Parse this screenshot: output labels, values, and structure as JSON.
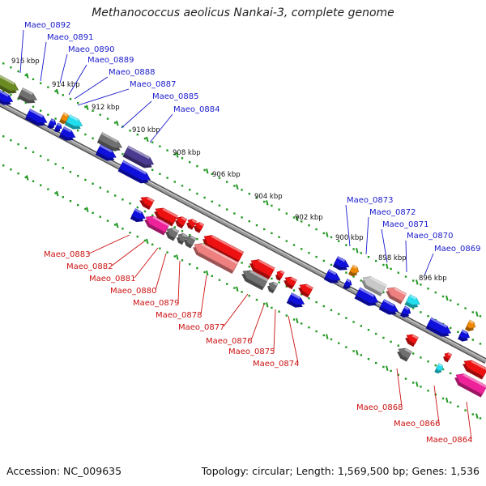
{
  "title": "Methanococcus aeolicus Nankai-3, complete genome",
  "accession": "Accession: NC_009635",
  "summary": "Topology: circular; Length: 1,569,500 bp; Genes: 1,536",
  "colors": {
    "plus_label": "#1a1acc",
    "minus_label": "#cc1111",
    "backbone": "#888888",
    "tick_dots": "#229922",
    "blue": "#1010dd",
    "red": "#ee1111",
    "grey": "#707070",
    "pink": "#ee2299",
    "salmon": "#ee8080",
    "olive": "#6a8a22",
    "indigo": "#4b3b90",
    "cyan": "#22ddee",
    "orange": "#ee8800",
    "silver": "#c8c8c8"
  },
  "kbp_ticks": [
    "916 kbp",
    "914 kbp",
    "912 kbp",
    "910 kbp",
    "908 kbp",
    "906 kbp",
    "904 kbp",
    "902 kbp",
    "900 kbp",
    "898 kbp",
    "896 kbp"
  ],
  "plus_labels": [
    "Maeo_0892",
    "Maeo_0891",
    "Maeo_0890",
    "Maeo_0889",
    "Maeo_0888",
    "Maeo_0887",
    "Maeo_0885",
    "Maeo_0884",
    "Maeo_0873",
    "Maeo_0872",
    "Maeo_0871",
    "Maeo_0870",
    "Maeo_0869"
  ],
  "minus_labels": [
    "Maeo_0883",
    "Maeo_0882",
    "Maeo_0881",
    "Maeo_0880",
    "Maeo_0879",
    "Maeo_0878",
    "Maeo_0877",
    "Maeo_0876",
    "Maeo_0875",
    "Maeo_0874",
    "Maeo_0868",
    "Maeo_0866",
    "Maeo_0864"
  ]
}
